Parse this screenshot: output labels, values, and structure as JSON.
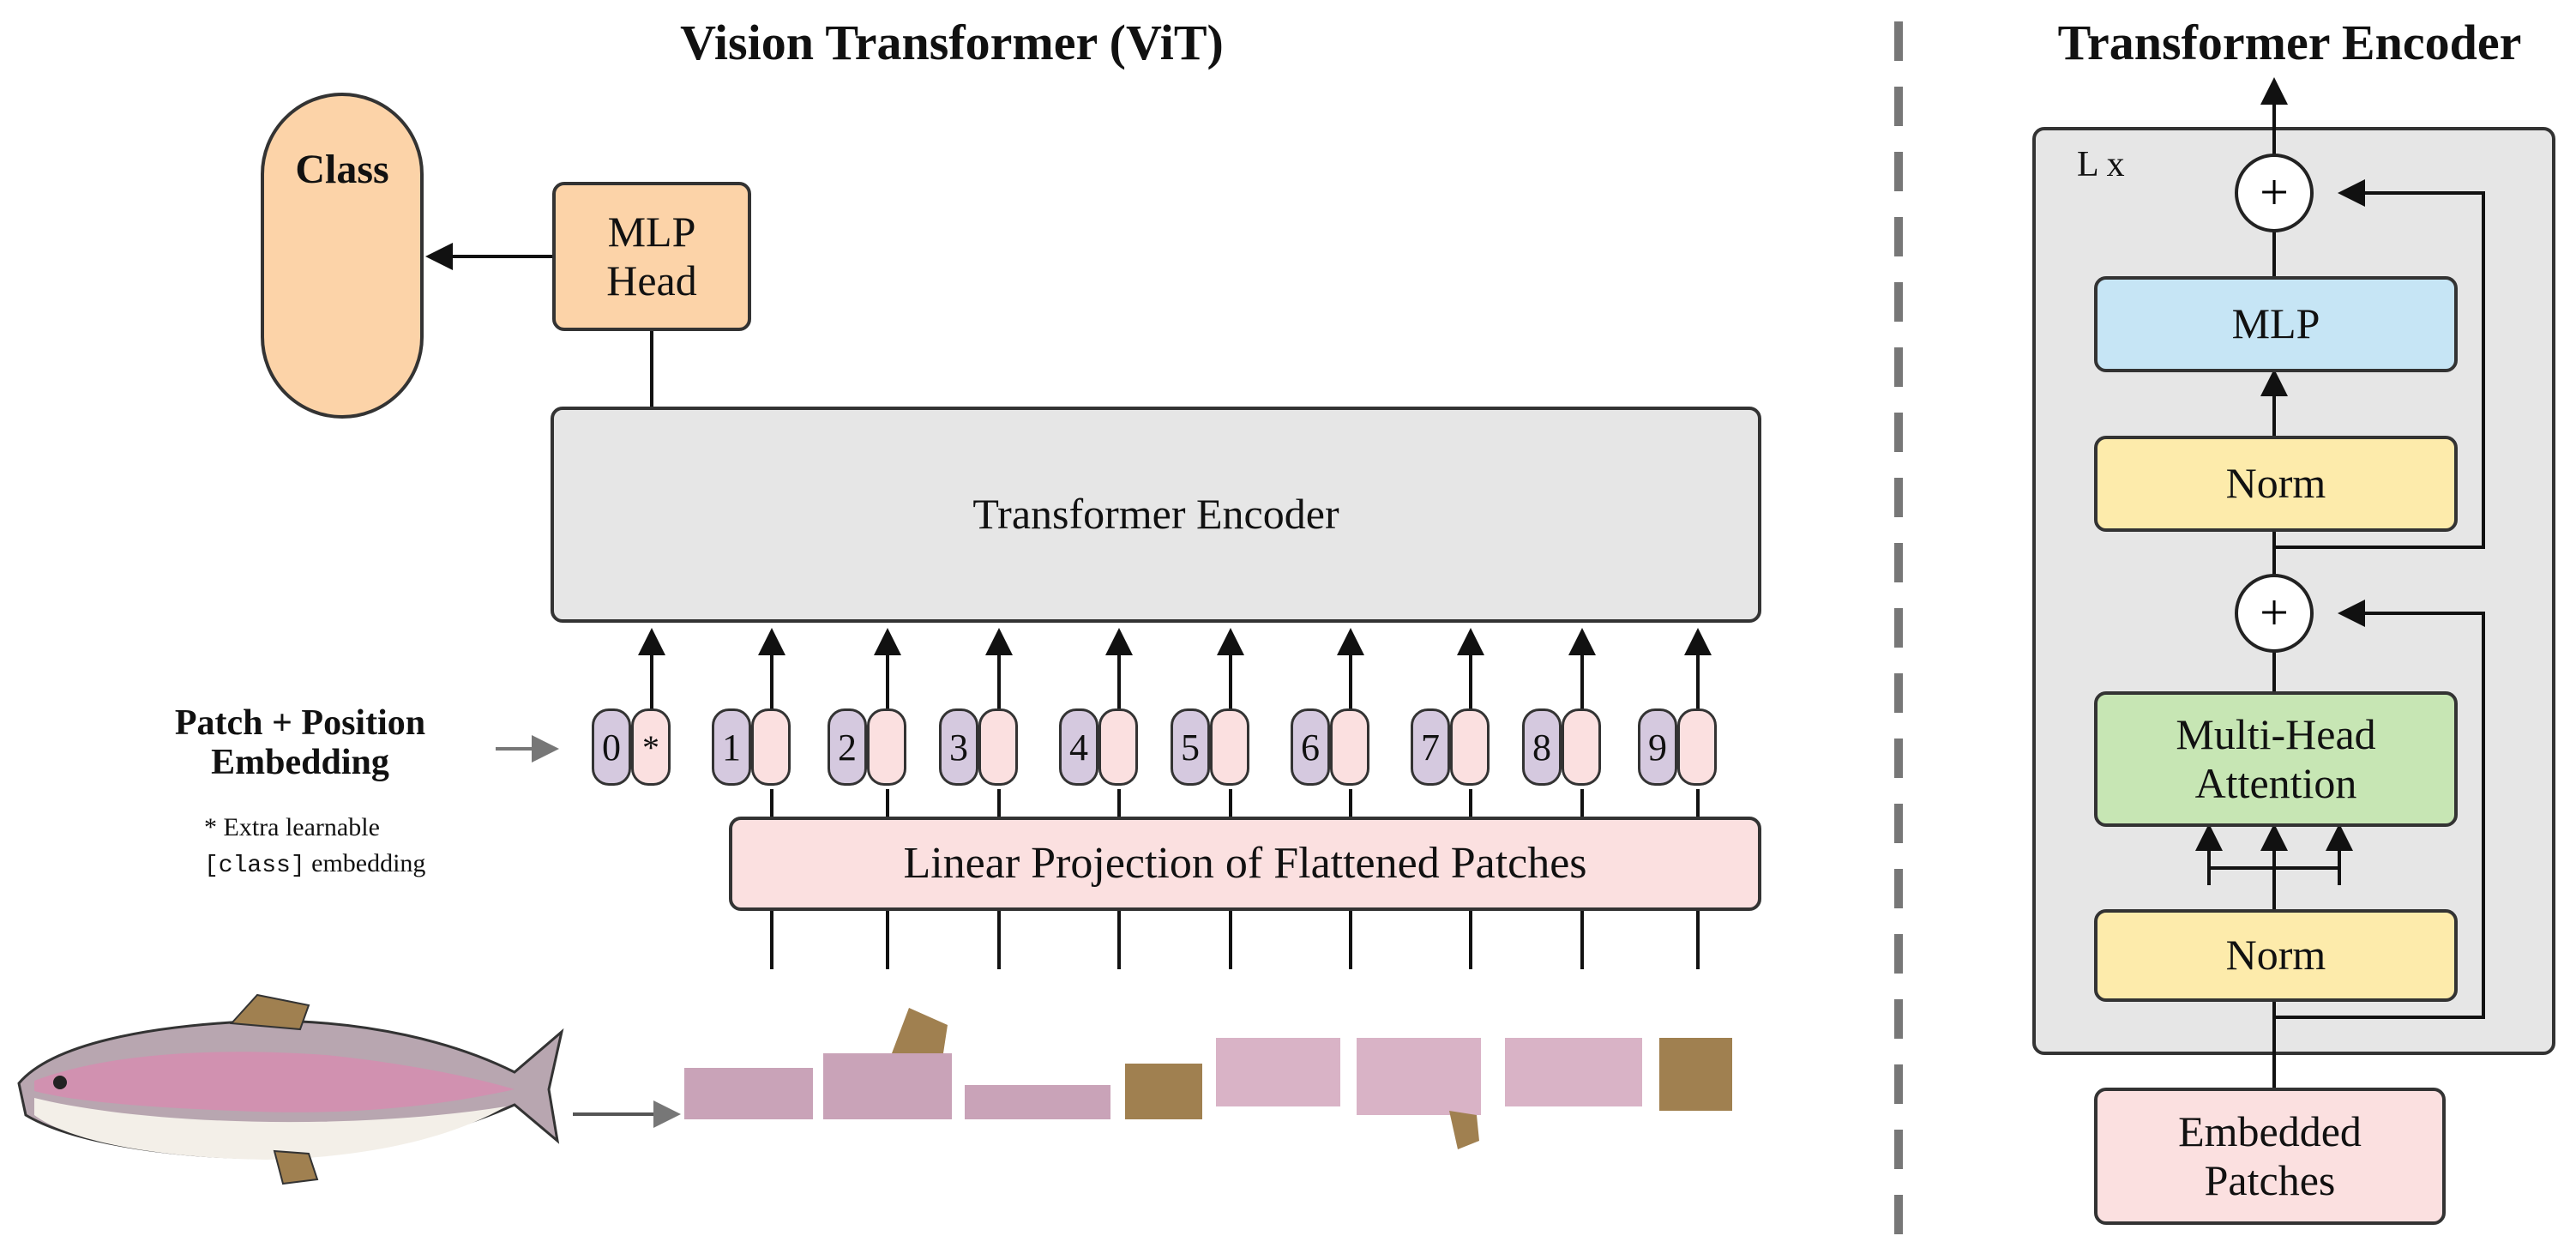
{
  "vit": {
    "title": "Vision Transformer (ViT)",
    "class_label": "Class",
    "mlp_head": "MLP Head",
    "encoder_label": "Transformer Encoder",
    "projection_label": "Linear Projection of Flattened Patches",
    "embedding_label": "Patch + Position Embedding",
    "note_prefix": "* Extra learnable",
    "note_code": "[class]",
    "note_suffix": " embedding",
    "tokens": [
      "0",
      "1",
      "2",
      "3",
      "4",
      "5",
      "6",
      "7",
      "8",
      "9"
    ],
    "cls_marker": "*"
  },
  "encoder": {
    "title": "Transformer Encoder",
    "repeat_label": "L x",
    "mlp": "MLP",
    "norm_top": "Norm",
    "attention": "Multi-Head Attention",
    "norm_bottom": "Norm",
    "input": "Embedded Patches",
    "add_symbol": "+"
  },
  "colors": {
    "class_fill": "#fcd3a8",
    "mlp_head_fill": "#fcd3a8",
    "encoder_fill": "#e6e6e6",
    "projection_fill": "#fbe0e0",
    "token_position_fill": "#d5c9df",
    "token_patch_fill": "#fbe0e0",
    "mlp_fill": "#c6e5f5",
    "norm_fill": "#fdebab",
    "attention_fill": "#c7e6b4",
    "input_fill": "#fbe0e0",
    "block_bg": "#e6e6e6"
  }
}
